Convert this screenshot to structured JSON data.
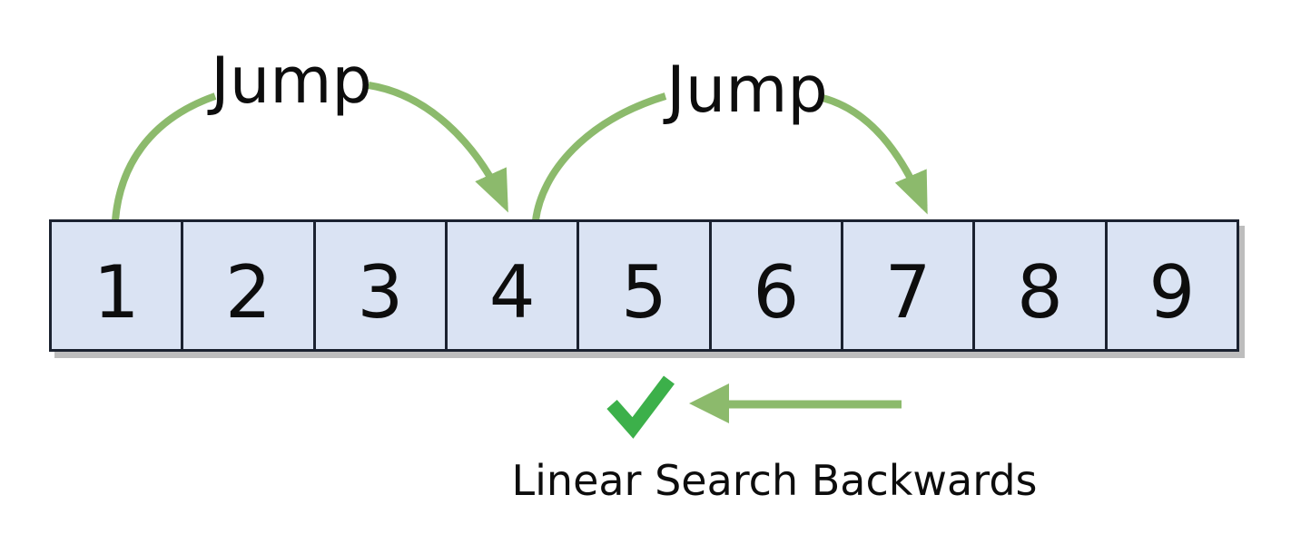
{
  "diagram": {
    "array_cells": [
      "1",
      "2",
      "3",
      "4",
      "5",
      "6",
      "7",
      "8",
      "9"
    ],
    "jump_label_1": "Jump",
    "jump_label_2": "Jump",
    "caption": "Linear Search Backwards",
    "arrows": {
      "jump_arrow_1": {
        "from_cell": "1",
        "to_cell": "4",
        "label": "Jump"
      },
      "jump_arrow_2": {
        "from_cell": "4",
        "to_cell": "7",
        "label": "Jump"
      },
      "linear_search_arrow": {
        "direction": "left",
        "from_cell": "7",
        "to_cell": "5"
      }
    },
    "checkmark": {
      "icon": "checkmark-icon",
      "near_cell": "5"
    },
    "colors": {
      "cell_fill": "#dae3f3",
      "cell_border": "#1b2230",
      "shadow": "#bdbdbd",
      "arrow_green": "#8cba6c",
      "check_green": "#3cb04a",
      "text": "#0d0d0d"
    }
  }
}
